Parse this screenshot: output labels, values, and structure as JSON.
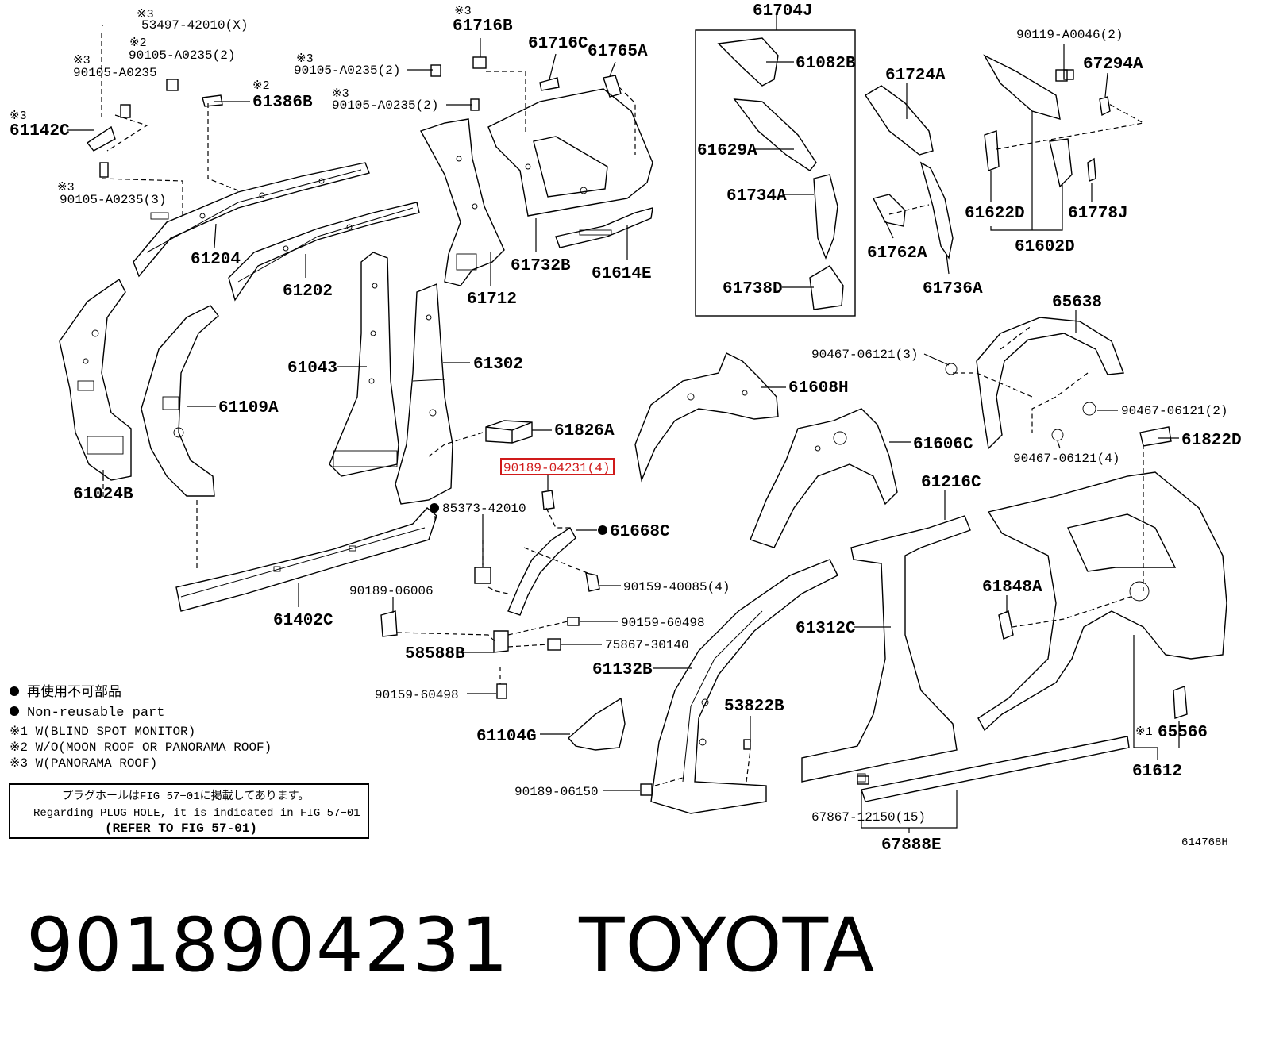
{
  "drawing_id": "614768H",
  "highlighted_part": "90189-04231(4)",
  "caption": {
    "part_number": "9018904231",
    "brand": "TOYOTA"
  },
  "legend": {
    "non_reusable_jp": "再使用不可部品",
    "non_reusable_en": "Non-reusable part",
    "note1": "※1 W(BLIND SPOT MONITOR)",
    "note2": "※2 W/O(MOON ROOF OR PANORAMA ROOF)",
    "note3": "※3 W(PANORAMA ROOF)"
  },
  "plug_note": {
    "jp": "プラグホールはFIG 57−01に掲載してあります。",
    "en": "Regarding PLUG HOLE, it is indicated in FIG 57−01",
    "ref": "(REFER TO FIG 57-01)"
  },
  "marks": {
    "m1": "※1",
    "m2": "※2",
    "m3": "※3"
  },
  "parts": [
    "53497-42010(X)",
    "90105-A0235(2)",
    "90105-A0235",
    "61386B",
    "61142C",
    "90105-A0235(3)",
    "61204",
    "61202",
    "61024B",
    "61109A",
    "61043",
    "61302",
    "61402C",
    "61716B",
    "90105-A0235(2)",
    "90105-A0235(2)",
    "61716C",
    "61765A",
    "61712",
    "61732B",
    "61614E",
    "61704J",
    "61082B",
    "61629A",
    "61734A",
    "61738D",
    "61724A",
    "61762A",
    "61736A",
    "90119-A0046(2)",
    "67294A",
    "61622D",
    "61778J",
    "61602D",
    "65638",
    "90467-06121(3)",
    "90467-06121(2)",
    "90467-06121(4)",
    "61822D",
    "61608H",
    "61606C",
    "61826A",
    "90189-04231(4)",
    "85373-42010",
    "61668C",
    "90159-40085(4)",
    "90189-06006",
    "90159-60498",
    "75867-30140",
    "58588B",
    "61132B",
    "90159-60498",
    "61104G",
    "53822B",
    "90189-06150",
    "61216C",
    "61312C",
    "61848A",
    "65566",
    "61612",
    "67867-12150(15)",
    "67888E"
  ]
}
